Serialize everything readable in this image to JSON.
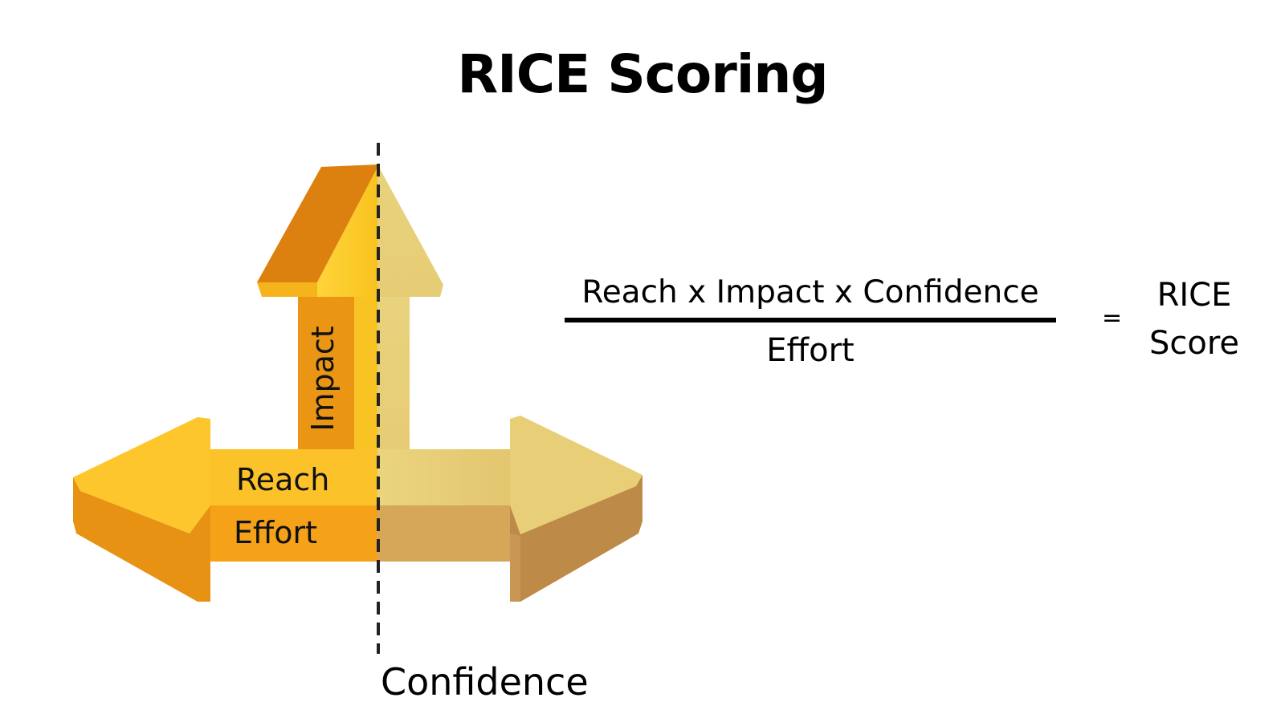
{
  "title": "RICE Scoring",
  "arrows": {
    "impact_label": "Impact",
    "reach_label": "Reach",
    "effort_label": "Effort",
    "confidence_label": "Confidence"
  },
  "formula": {
    "numerator": "Reach x Impact x Confidence",
    "denominator": "Effort",
    "equals": "=",
    "result_line1": "RICE",
    "result_line2": "Score"
  },
  "colors": {
    "arrow_top": "#FDCA2E",
    "arrow_side": "#E38E12",
    "arrow_dark": "#D47A0B",
    "arrow_faded_top": "#E8D27A",
    "arrow_faded_side": "#D5A55C",
    "divider": "#222222",
    "text": "#000000"
  }
}
